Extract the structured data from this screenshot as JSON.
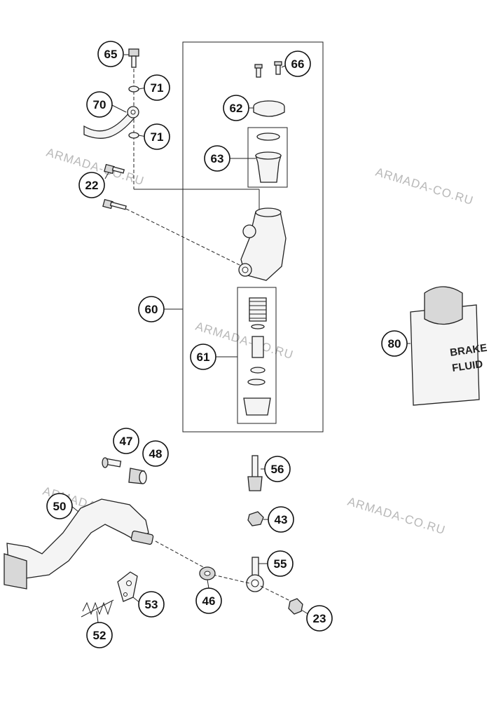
{
  "watermark": "ARMADA-CO.RU",
  "brake_fluid_label": [
    "BRAKE",
    "FLUID"
  ],
  "callouts": [
    {
      "id": "c65",
      "label": "65"
    },
    {
      "id": "c71a",
      "label": "71"
    },
    {
      "id": "c70",
      "label": "70"
    },
    {
      "id": "c71b",
      "label": "71"
    },
    {
      "id": "c22",
      "label": "22"
    },
    {
      "id": "c66",
      "label": "66"
    },
    {
      "id": "c62",
      "label": "62"
    },
    {
      "id": "c63",
      "label": "63"
    },
    {
      "id": "c60",
      "label": "60"
    },
    {
      "id": "c61",
      "label": "61"
    },
    {
      "id": "c80",
      "label": "80"
    },
    {
      "id": "c47",
      "label": "47"
    },
    {
      "id": "c48",
      "label": "48"
    },
    {
      "id": "c56",
      "label": "56"
    },
    {
      "id": "c50",
      "label": "50"
    },
    {
      "id": "c43",
      "label": "43"
    },
    {
      "id": "c55",
      "label": "55"
    },
    {
      "id": "c53",
      "label": "53"
    },
    {
      "id": "c46",
      "label": "46"
    },
    {
      "id": "c23",
      "label": "23"
    },
    {
      "id": "c52",
      "label": "52"
    }
  ]
}
